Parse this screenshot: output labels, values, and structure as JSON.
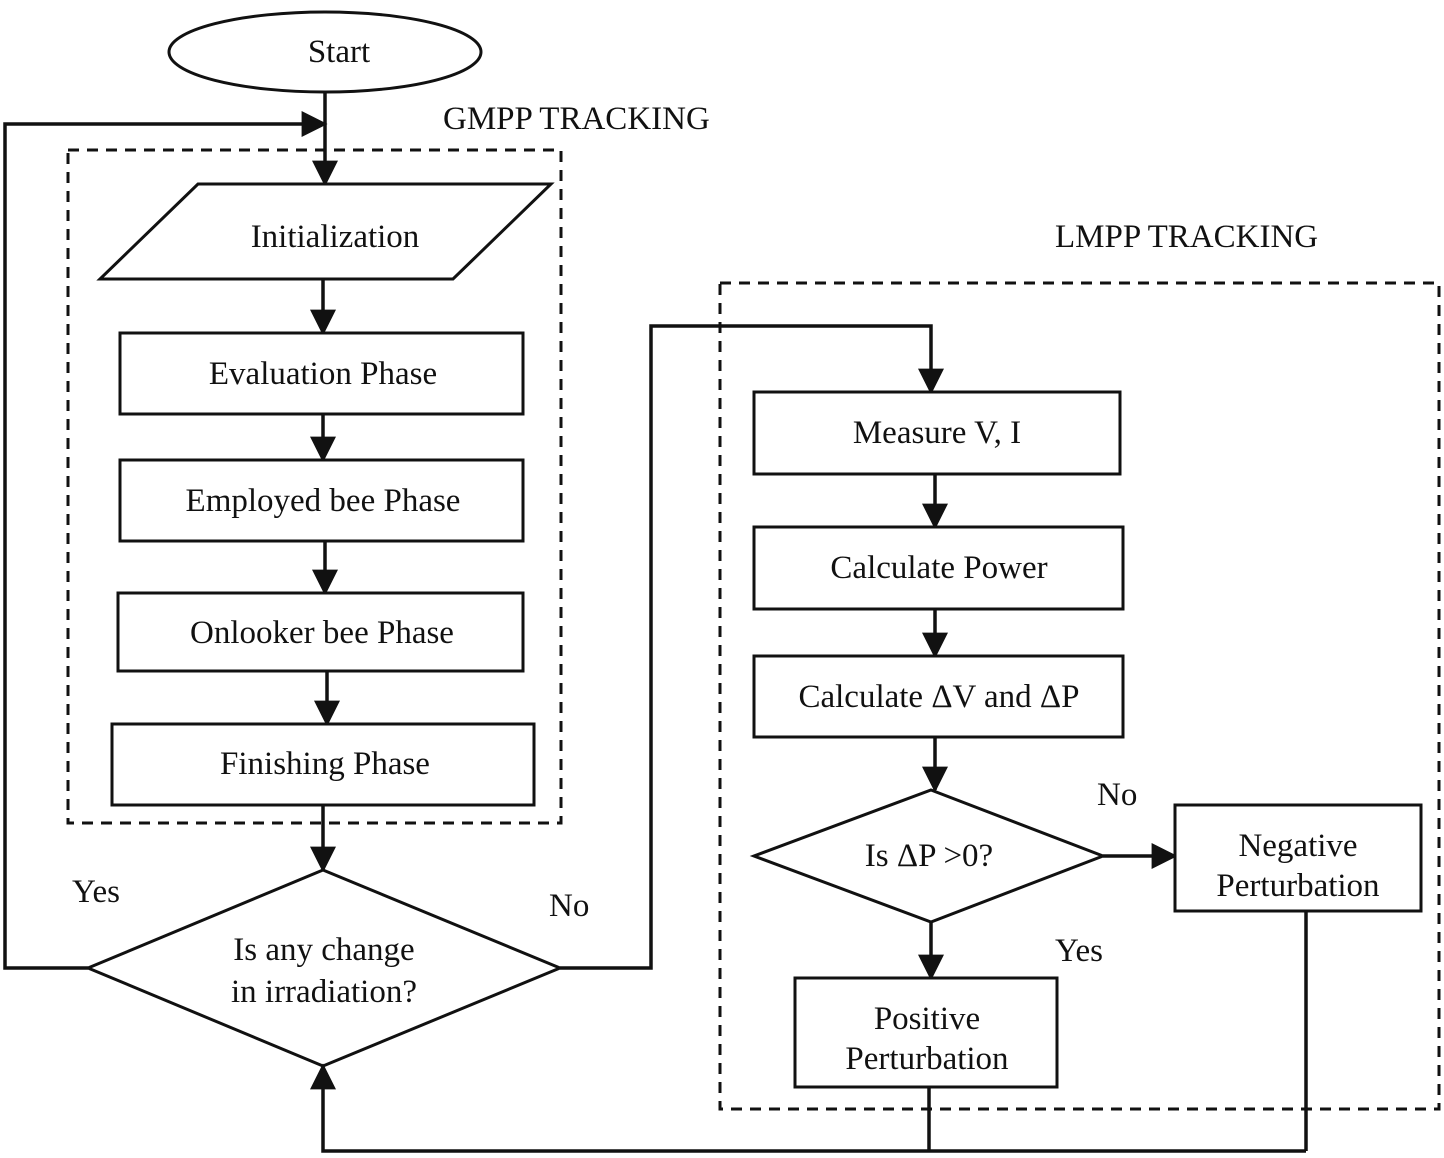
{
  "diagram": {
    "sections": {
      "gmpp": "GMPP TRACKING",
      "lmpp": "LMPP TRACKING"
    },
    "nodes": {
      "start": "Start",
      "initialization": "Initialization",
      "evaluation": "Evaluation Phase",
      "employed": "Employed bee Phase",
      "onlooker": "Onlooker bee Phase",
      "finishing": "Finishing Phase",
      "irradiation_line1": "Is any change",
      "irradiation_line2": "in irradiation?",
      "measure": "Measure V, I",
      "calc_power": "Calculate Power",
      "calc_delta": "Calculate ΔV and ΔP",
      "is_dp": "Is ΔP >0?",
      "positive_line1": "Positive",
      "positive_line2": "Perturbation",
      "negative_line1": "Negative",
      "negative_line2": "Perturbation"
    },
    "branches": {
      "irradiation_yes": "Yes",
      "irradiation_no": "No",
      "dp_no": "No",
      "dp_yes": "Yes"
    }
  }
}
